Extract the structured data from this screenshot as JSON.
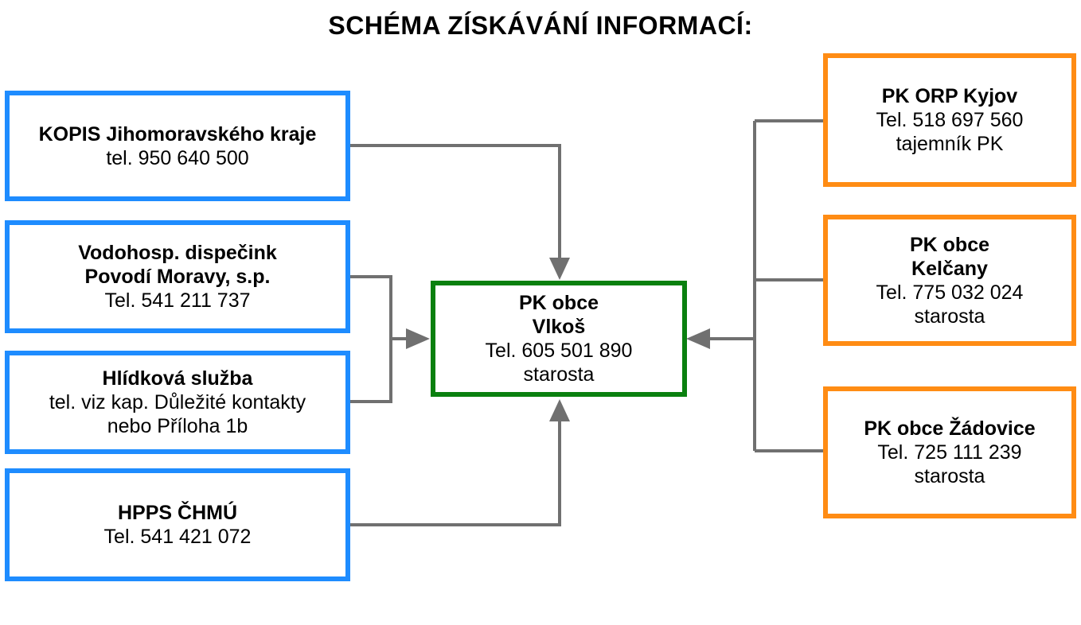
{
  "title": "SCHÉMA ZÍSKÁVÁNÍ INFORMACÍ:",
  "colors": {
    "left_border": "#1e8cff",
    "right_border": "#ff8c14",
    "center_border": "#0a800f",
    "connector": "#707070"
  },
  "left_sources": [
    {
      "name": "KOPIS Jihomoravského kraje",
      "lines": [
        "tel. 950 640 500"
      ]
    },
    {
      "name_lines": [
        "Vodohosp. dispečink",
        "Povodí Moravy, s.p."
      ],
      "lines": [
        "Tel. 541 211 737"
      ]
    },
    {
      "name": "Hlídková služba",
      "lines": [
        "tel. viz kap. Důležité kontakty",
        "nebo Příloha 1b"
      ]
    },
    {
      "name": "HPPS ČHMÚ",
      "lines": [
        "Tel. 541 421 072"
      ]
    }
  ],
  "center": {
    "name_lines": [
      "PK obce",
      "Vlkoš"
    ],
    "lines": [
      "Tel. 605 501 890",
      "starosta"
    ]
  },
  "right_sources": [
    {
      "name": "PK ORP Kyjov",
      "lines": [
        "Tel.  518 697 560",
        "tajemník PK"
      ]
    },
    {
      "name_lines": [
        "PK obce",
        "Kelčany"
      ],
      "lines": [
        "Tel. 775 032 024",
        "starosta"
      ]
    },
    {
      "name": "PK obce Žádovice",
      "lines": [
        "Tel. 725 111 239",
        "starosta"
      ]
    }
  ]
}
